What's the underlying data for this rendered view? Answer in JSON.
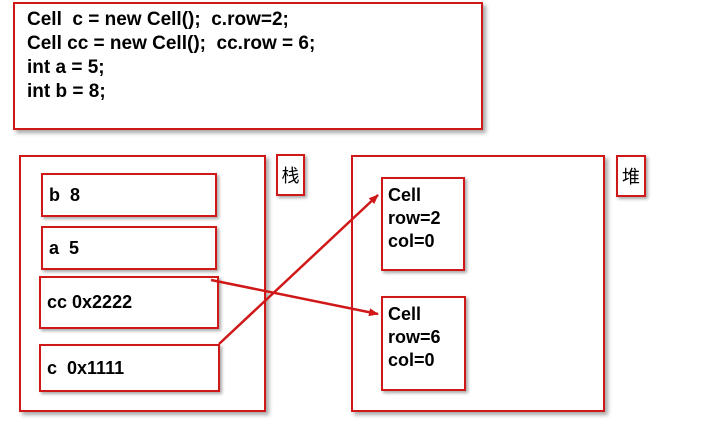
{
  "code": {
    "lines": [
      "Cell  c = new Cell();  c.row=2;",
      "Cell cc = new Cell();  cc.row = 6;",
      "int a = 5;",
      "int b = 8;"
    ]
  },
  "stack": {
    "label": "栈",
    "vars": {
      "b": "b  8",
      "a": "a  5",
      "cc": "cc 0x2222",
      "c": "c  0x1111"
    }
  },
  "heap": {
    "label": "堆",
    "objects": [
      {
        "type": "Cell",
        "row": "row=2",
        "col": "col=0"
      },
      {
        "type": "Cell",
        "row": "row=6",
        "col": "col=0"
      }
    ]
  },
  "colors": {
    "accent": "#d01818"
  }
}
